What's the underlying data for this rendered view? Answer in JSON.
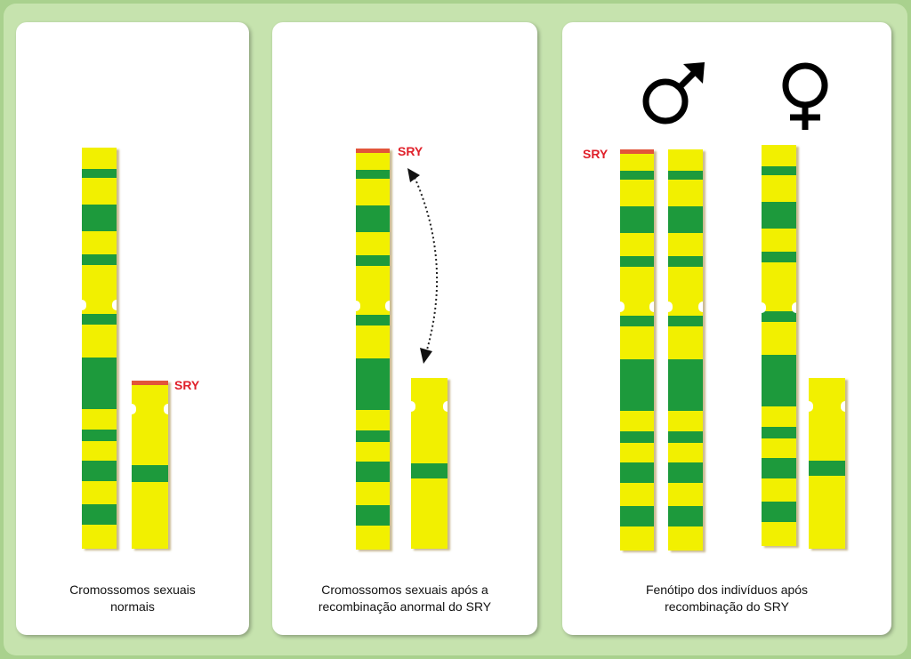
{
  "panels": [
    {
      "caption_line1": "Cromossomos sexuais",
      "caption_line2": "normais"
    },
    {
      "caption_line1": "Cromossomos sexuais após a",
      "caption_line2": "recombinação anormal do SRY"
    },
    {
      "caption_line1": "Fenótipo dos indivíduos após",
      "caption_line2": "recombinação do SRY"
    }
  ],
  "sry_label": "SRY",
  "symbols": {
    "male": "male-symbol",
    "female": "female-symbol"
  },
  "colors": {
    "chromosome": "#f2f000",
    "band": "#1d9a3c",
    "sry": "#e2553a"
  }
}
